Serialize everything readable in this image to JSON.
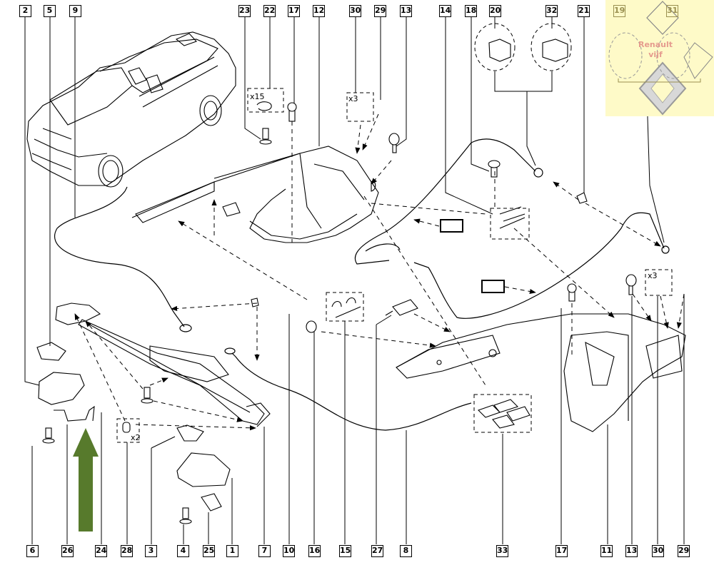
{
  "diagram": {
    "title": "Renault Megane CC - roof opening mechanism exploded view",
    "callouts_top": [
      "2",
      "5",
      "9",
      "23",
      "22",
      "17",
      "12",
      "30",
      "29",
      "13",
      "14",
      "18",
      "20",
      "32",
      "21",
      "19",
      "31"
    ],
    "callouts_bottom": [
      "6",
      "26",
      "24",
      "28",
      "3",
      "4",
      "25",
      "1",
      "7",
      "10",
      "16",
      "15",
      "27",
      "8",
      "33",
      "17",
      "11",
      "13",
      "30",
      "29"
    ],
    "quantity_labels": {
      "part_22": "x15",
      "part_30_top": "x3",
      "part_30_right": "x3",
      "part_28": "x2"
    },
    "watermark": {
      "line1": "Renault",
      "line2": "vijf"
    },
    "colors": {
      "line": "#000000",
      "arrow_highlight": "#577a2c",
      "watermark_bg": "#fefac8",
      "watermark_text": "#e59b8e"
    }
  }
}
